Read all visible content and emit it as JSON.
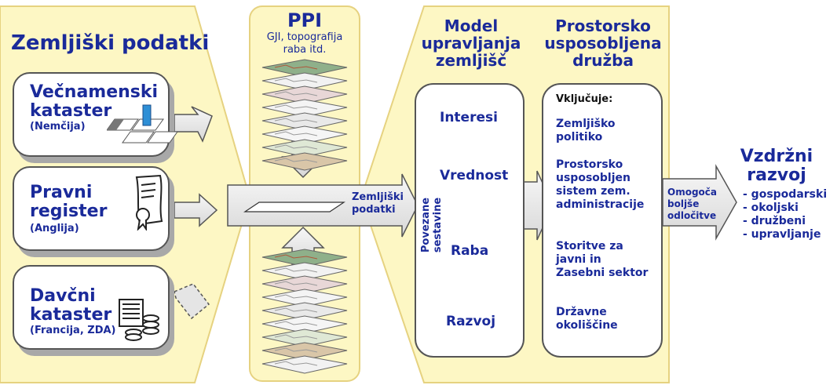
{
  "left": {
    "title": "Zemljiški podatki",
    "cards": [
      {
        "title": "Večnamenski\nkataster",
        "sub": "(Nemčija)"
      },
      {
        "title": "Pravni\nregister",
        "sub": "(Anglija)"
      },
      {
        "title": "Davčni\nkataster",
        "sub": "(Francija, ZDA)"
      }
    ]
  },
  "ppi": {
    "title": "PPI",
    "subtitle": "GJI, topografija\nraba itd."
  },
  "main_arrow_label": "Zemljiški\npodatki",
  "model": {
    "title": "Model\nupravljanja\nzemljišč",
    "vertical_label": "Povezane sestavine",
    "items": [
      "Interesi",
      "Vrednost",
      "Raba",
      "Razvoj"
    ]
  },
  "society": {
    "title": "Prostorsko\nusposobljena\ndružba",
    "items": [
      "Vključuje:",
      "Zemljiško\npolitiko",
      "Prostorsko\nusposobljen\nsistem zem.\nadministracije",
      "Storitve za\njavni in\nZasebni sektor",
      "Državne\nokoliščine"
    ]
  },
  "decision_label": "Omogoča\nboljše\nodločitve",
  "outcome": {
    "title": "Vzdržni\nrazvoj",
    "items": [
      "- gospodarski",
      "- okoljski",
      "- družbeni",
      "- upravljanje"
    ]
  },
  "colors": {
    "panel_fill": "#fdf7c4",
    "panel_stroke": "#e6d280",
    "navy": "#1a2a9a",
    "arrow_fill": "#ececec"
  }
}
